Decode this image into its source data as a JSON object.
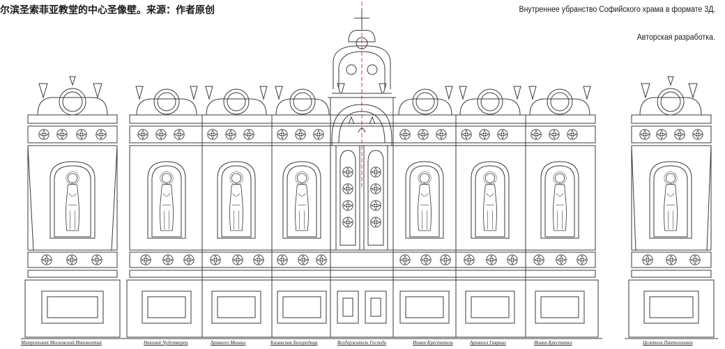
{
  "caption_cn": "尔滨圣索菲亚教堂的中心圣像壁。来源：作者原创",
  "caption_ru_line1": "Внутреннее убранство Софийского храма в формате 3Д.",
  "caption_ru_line2": "Авторская разработка.",
  "panel_labels": [
    "Митрополит Московский Иннокентий",
    "Николай Чудотворец",
    "Архангел Михаил",
    "Казанская Богородица",
    "Вседержитель Господь",
    "Иоанн Креститель",
    "Архангел Гавриил",
    "Иоанн Крестител",
    "Целитель Пантелеимон"
  ],
  "colors": {
    "line": "#3a3a3a",
    "axis": "#e23b3b"
  }
}
